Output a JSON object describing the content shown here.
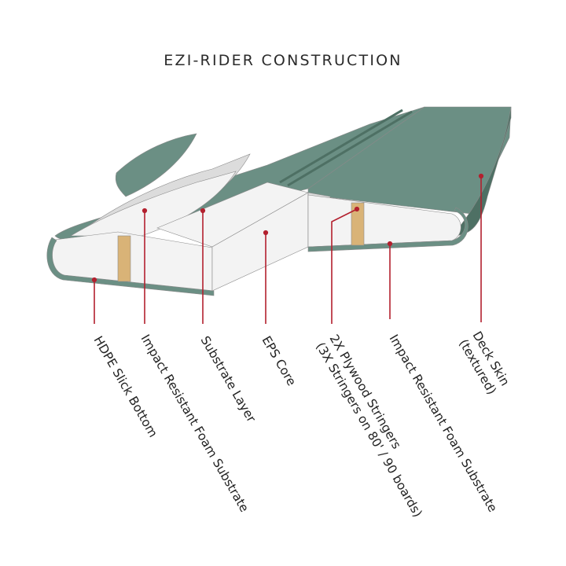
{
  "title": "EZI-RIDER CONSTRUCTION",
  "colors": {
    "skin": "#6b8f84",
    "skin_dark": "#4e7064",
    "core": "#f3f3f3",
    "core_shade": "#dcdcdc",
    "stringer": "#d9b377",
    "leader": "#b3202e"
  },
  "labels": [
    {
      "id": "hdpe",
      "lines": [
        "HDPE Slick Bottom"
      ]
    },
    {
      "id": "foam1",
      "lines": [
        "Impact Resistant Foam Substrate"
      ]
    },
    {
      "id": "substrate",
      "lines": [
        "Substrate Layer"
      ]
    },
    {
      "id": "eps",
      "lines": [
        "EPS Core"
      ]
    },
    {
      "id": "stringers",
      "lines": [
        "2X Plywood Stringers",
        "(3X Stringers on 80' / 90 boards)"
      ]
    },
    {
      "id": "foam2",
      "lines": [
        "Impact Resistant Foam Substrate"
      ]
    },
    {
      "id": "deck",
      "lines": [
        "Deck Skin",
        "(textured)"
      ]
    }
  ]
}
